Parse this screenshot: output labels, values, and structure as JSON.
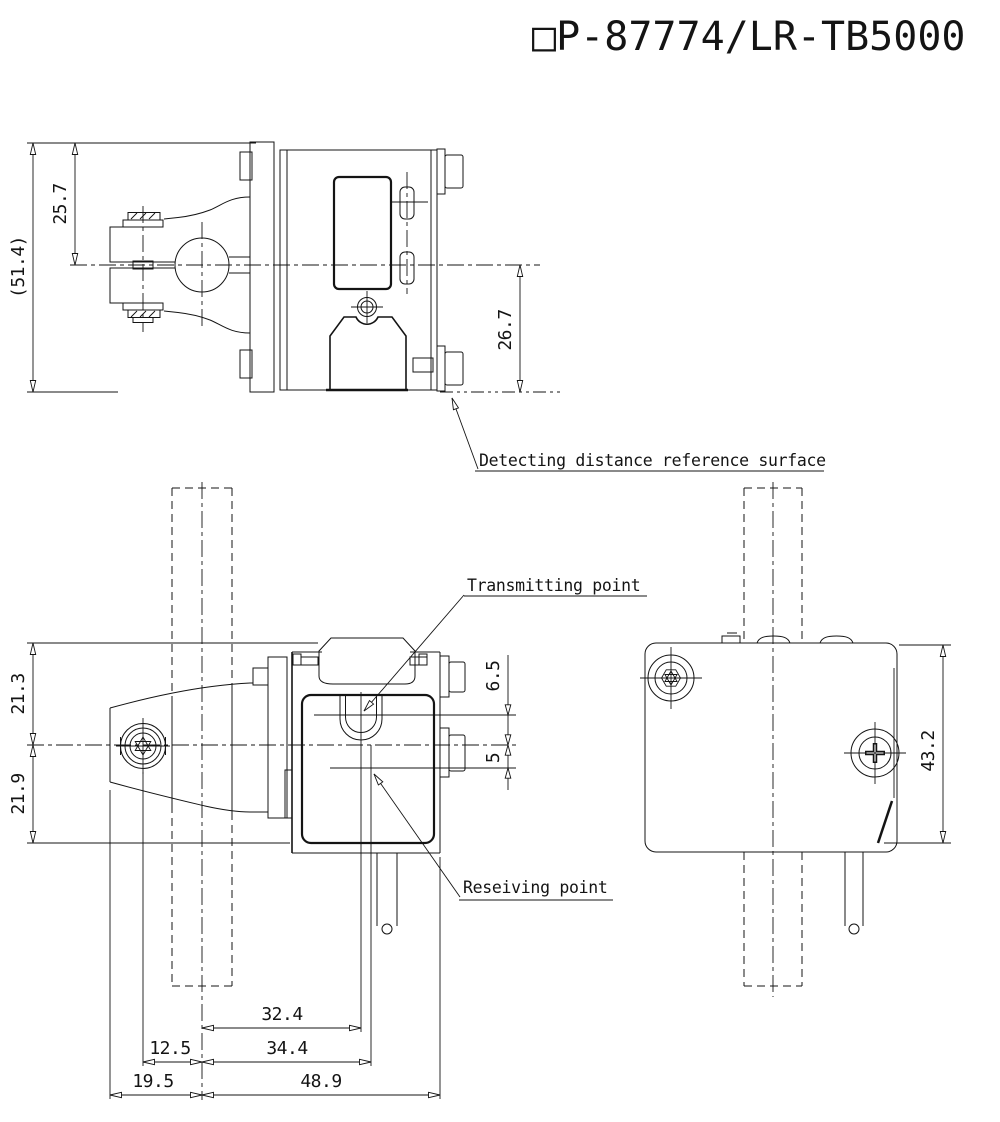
{
  "title": "□P-87774/LR-TB5000",
  "labels": {
    "detecting_surface": "Detecting distance reference surface",
    "transmitting_point": "Transmitting point",
    "receiving_point": "Reseiving point"
  },
  "dimensions": {
    "top_view": {
      "overall_width": "(51.4)",
      "upper_half": "25.7",
      "body_depth": "26.7"
    },
    "front_view": {
      "upper": "21.3",
      "lower": "21.9",
      "tx_offset": "6.5",
      "rx_offset": "5",
      "tx_from_axis": "32.4",
      "bolt_to_axis": "12.5",
      "rx_from_axis": "34.4",
      "edge_to_axis": "19.5",
      "axis_to_right": "48.9"
    },
    "side_view": {
      "height": "43.2"
    }
  },
  "colors": {
    "line": "#141414",
    "background": "#ffffff"
  }
}
